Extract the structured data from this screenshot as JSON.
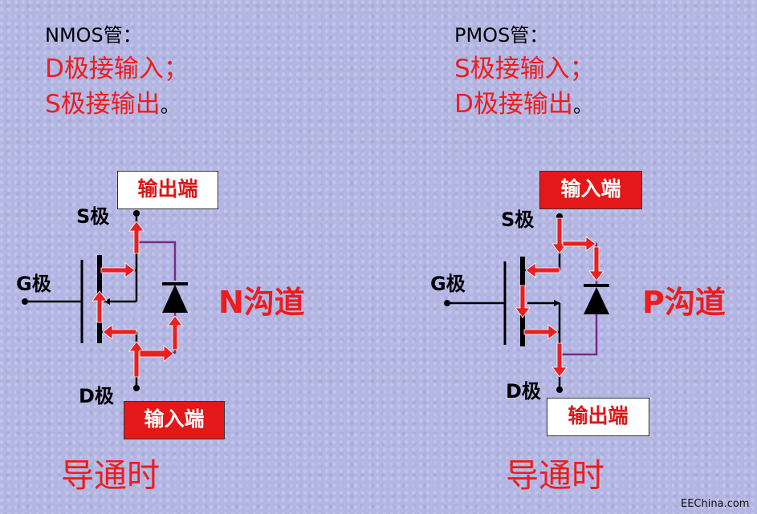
{
  "left": {
    "heading": "NMOS管：",
    "line1": "D极接输入；",
    "line2_main": "S极接输出",
    "line2_end": "。",
    "box_top": "输出端",
    "box_bottom": "输入端",
    "pin_s": "S极",
    "pin_g": "G极",
    "pin_d": "D极",
    "channel": "N沟道",
    "condition": "导通时"
  },
  "right": {
    "heading": "PMOS管：",
    "line1": "S极接输入；",
    "line2_main": "D极接输出",
    "line2_end": "。",
    "box_top": "输入端",
    "box_bottom": "输出端",
    "pin_s": "S极",
    "pin_g": "G极",
    "pin_d": "D极",
    "channel": "P沟道",
    "condition": "导通时"
  },
  "watermark": "EEChina.com",
  "colors": {
    "background": "#b3b6e2",
    "red": "#ee1c1c",
    "box_red": "#e41818",
    "wire": "#7a2a8a"
  }
}
